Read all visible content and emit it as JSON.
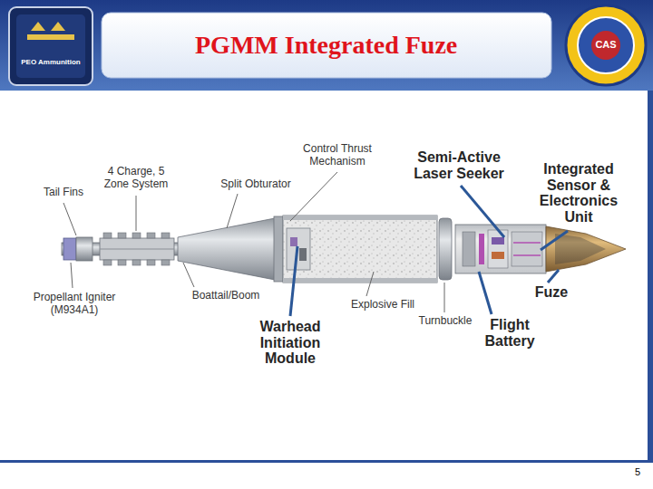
{
  "diagram": {
    "title": "PGMM Integrated Fuze",
    "labels": [
      "PEO Ammunition",
      "CAS",
      "Tail Fins",
      "4 Charge, 5 Zone System",
      "Control Thrust Mechanism",
      "Split Obturator",
      "Semi-Active Laser Seeker",
      "Integrated Sensor & Electronics Unit",
      "Propellant Igniter (M934A1)",
      "Boattail/Boom",
      "Explosive Fill",
      "Turnbuckle",
      "Fuze",
      "Warhead Initiation Module",
      "Flight Battery",
      "5"
    ]
  }
}
